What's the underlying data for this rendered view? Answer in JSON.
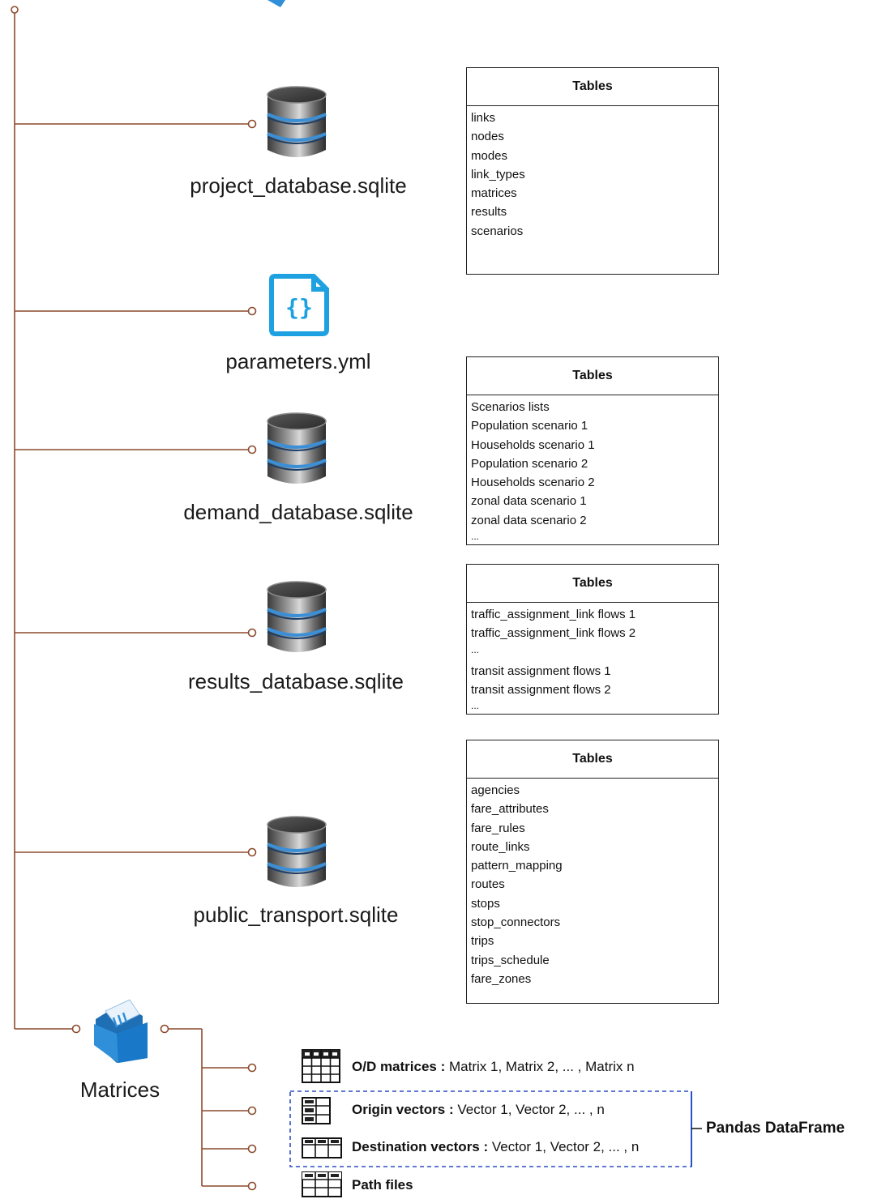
{
  "nodes": {
    "project_db": {
      "label": "project_database.sqlite",
      "icon": "database-icon"
    },
    "parameters": {
      "label": "parameters.yml",
      "icon": "json-file-icon"
    },
    "demand_db": {
      "label": "demand_database.sqlite",
      "icon": "database-icon"
    },
    "results_db": {
      "label": "results_database.sqlite",
      "icon": "database-icon"
    },
    "public_transport": {
      "label": "public_transport.sqlite",
      "icon": "database-icon"
    },
    "matrices": {
      "label": "Matrices",
      "icon": "folder-icon"
    }
  },
  "tables": {
    "project": {
      "header": "Tables",
      "items": [
        "links",
        "nodes",
        "modes",
        "link_types",
        "matrices",
        "results",
        "scenarios"
      ]
    },
    "demand": {
      "header": "Tables",
      "items": [
        "Scenarios lists",
        "Population scenario 1",
        "Households scenario 1",
        "Population scenario 2",
        "Households scenario 2",
        "zonal data scenario 1",
        "zonal data scenario 2",
        "..."
      ]
    },
    "results": {
      "header": "Tables",
      "items": [
        "traffic_assignment_link flows 1",
        "traffic_assignment_link flows 2",
        "...",
        "transit assignment flows 1",
        "transit assignment flows 2",
        "..."
      ]
    },
    "public_transport": {
      "header": "Tables",
      "items": [
        "agencies",
        "fare_attributes",
        "fare_rules",
        "route_links",
        "pattern_mapping",
        "routes",
        "stops",
        "stop_connectors",
        "trips",
        "trips_schedule",
        "fare_zones"
      ]
    }
  },
  "matrices_items": [
    {
      "name": "O/D matrices :",
      "detail": " Matrix 1, Matrix 2, ... , Matrix n",
      "icon": "grid-matrix-icon"
    },
    {
      "name": "Origin vectors :",
      "detail": " Vector 1, Vector 2, ... ,  n",
      "icon": "column-vector-icon"
    },
    {
      "name": "Destination vectors :",
      "detail": " Vector 1, Vector 2, ... ,  n",
      "icon": "row-vector-icon"
    },
    {
      "name": "Path files",
      "detail": "",
      "icon": "table-icon"
    }
  ],
  "group_label": "Pandas DataFrame",
  "colors": {
    "connector": "#8B4A2B",
    "json_icon": "#1EA1E0",
    "folder_icon": "#2F8FD8",
    "dashed_group": "#2B4FC4",
    "db_band": "#3A8FD6"
  }
}
